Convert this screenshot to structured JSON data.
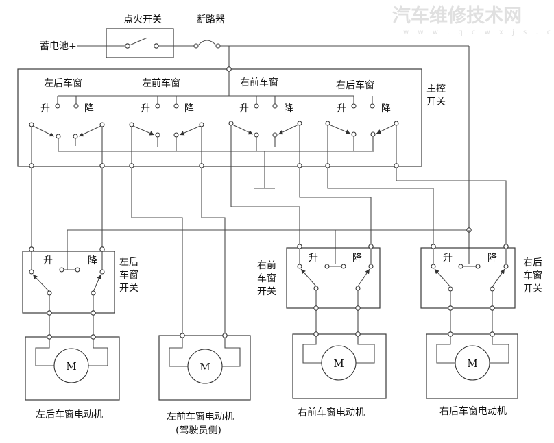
{
  "watermark": {
    "brand": "汽车维修技术网",
    "site": "w w w . q c w x j s . c o m"
  },
  "labels": {
    "ignition": "点火开关",
    "breaker": "断路器",
    "battery": "蓄电池+",
    "main_switch_line1": "主控",
    "main_switch_line2": "开关",
    "up": "升",
    "down": "降",
    "ground_note": ""
  },
  "main_switch_columns": [
    {
      "title": "左后车窗"
    },
    {
      "title": "左前车窗"
    },
    {
      "title": "右前车窗"
    },
    {
      "title": "右后车窗"
    }
  ],
  "door_switches": [
    {
      "id": "lr",
      "lines": [
        "左后",
        "车窗",
        "开关"
      ]
    },
    {
      "id": "rf",
      "lines": [
        "右前",
        "车窗",
        "开关"
      ]
    },
    {
      "id": "rr",
      "lines": [
        "右后",
        "车窗",
        "开关"
      ]
    }
  ],
  "motors": [
    {
      "id": "lr",
      "symbol": "M",
      "label": "左后车窗电动机",
      "sub": ""
    },
    {
      "id": "lf",
      "symbol": "M",
      "label": "左前车窗电动机",
      "sub": "(驾驶员侧)"
    },
    {
      "id": "rf",
      "symbol": "M",
      "label": "右前车窗电动机",
      "sub": ""
    },
    {
      "id": "rr",
      "symbol": "M",
      "label": "右后车窗电动机",
      "sub": ""
    }
  ]
}
